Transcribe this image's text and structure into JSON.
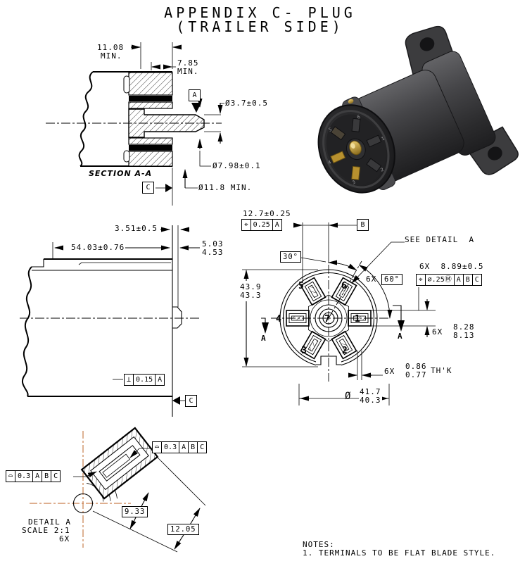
{
  "title": {
    "line1": "APPENDIX C- PLUG",
    "line2": "(TRAILER SIDE)"
  },
  "section_view": {
    "label": "SECTION  A-A",
    "dim_outer_width_1": "11.08",
    "dim_outer_width_2": "MIN.",
    "dim_inner_width_1": "7.85",
    "dim_inner_width_2": "MIN.",
    "dim_pin_dia": "Ø3.7±0.5",
    "dim_mid_dia": "Ø7.98±0.1",
    "dim_body_dia": "Ø11.8 MIN.",
    "datum_a": "A",
    "datum_c": "C"
  },
  "side_view": {
    "dim_flange_thk": "3.51±0.5",
    "dim_body_len": "54.03±0.76",
    "dim_tip_1": "5.03",
    "dim_tip_2": "4.53",
    "fcf_perp": {
      "symbol": "⊥",
      "tolerance": "0.15",
      "datum": "A"
    },
    "datum_c": "C"
  },
  "front_view": {
    "dim_key_offset": "12.7±0.25",
    "fcf_position_top": {
      "symbol": "⌖",
      "tolerance": "0.25",
      "datum": "A"
    },
    "datum_b": "B",
    "see_detail_label": "SEE DETAIL  A",
    "angle_dim_30": "30°",
    "count_prefix_60": "6X",
    "angle_dim_60": "60°",
    "dim_height_1": "43.9",
    "dim_height_2": "43.3",
    "dim_slot_spacing": "6X  8.89±0.5",
    "fcf_position_slots": {
      "symbol": "⌖",
      "tolerance": "⌀.25Ⓜ",
      "datum_1": "A",
      "datum_2": "B",
      "datum_3": "C"
    },
    "dim_slot_width_prefix": "6X",
    "dim_slot_width_1": "8.28",
    "dim_slot_width_2": "8.13",
    "dim_slot_thk_prefix": "6X",
    "dim_slot_thk_1": "0.86",
    "dim_slot_thk_2": "0.77",
    "dim_slot_thk_suffix": "TH'K",
    "dim_circle_dia_sym": "Ø",
    "dim_circle_dia_1": "41.7",
    "dim_circle_dia_2": "40.3",
    "section_arrow_label": "A",
    "pins": {
      "p1": "1",
      "p2": "2",
      "p3": "3",
      "p4": "4",
      "p5": "5",
      "p6": "6",
      "p7": "7"
    }
  },
  "detail_view": {
    "fcf_profile_left": {
      "symbol": "⌓",
      "tolerance": "0.3",
      "datum_1": "A",
      "datum_2": "B",
      "datum_3": "C"
    },
    "fcf_profile_right": {
      "symbol": "⌓",
      "tolerance": "0.3",
      "datum_1": "A",
      "datum_2": "B",
      "datum_3": "C"
    },
    "dim_inner": "9.33",
    "dim_outer": "12.05",
    "label_line1": "DETAIL A",
    "label_line2": "SCALE 2:1",
    "label_line3": "6X"
  },
  "photo": {
    "pin_labels": {
      "p1": "1",
      "p2": "2",
      "p3": "3",
      "p4": "4",
      "p5": "5",
      "p6": "6"
    }
  },
  "notes": {
    "heading": "NOTES:",
    "note1": "1. TERMINALS TO BE FLAT BLADE STYLE."
  },
  "colors": {
    "centerline_accent": "#c97f4e",
    "photo_body": "#3c3c3e",
    "photo_brass": "#b8912f"
  }
}
